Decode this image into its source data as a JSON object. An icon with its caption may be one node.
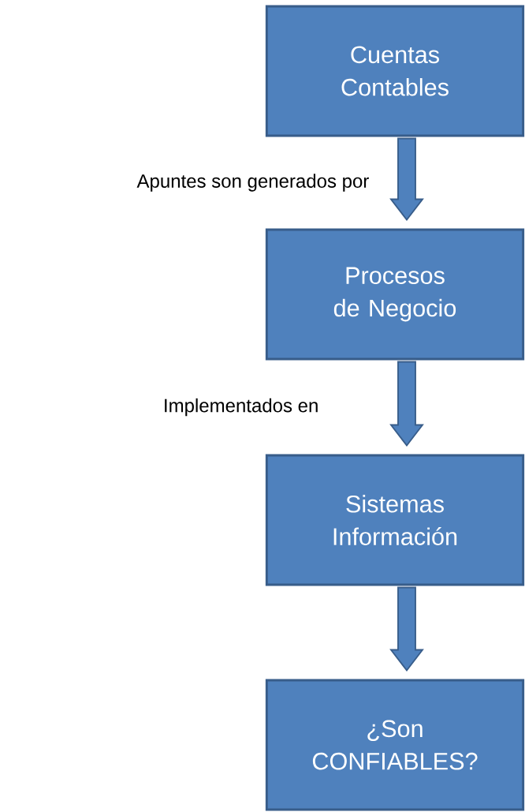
{
  "diagram": {
    "nodes": [
      {
        "text": [
          "Cuentas Contables"
        ]
      },
      {
        "text": [
          "Procesos de Negocio"
        ]
      },
      {
        "text": [
          "Sistemas Información"
        ]
      },
      {
        "text": [
          "¿Son CONFIABLES?"
        ]
      }
    ],
    "edges": [
      {
        "from": 0,
        "to": 1,
        "arrow": "to",
        "label": "Apuntes son generados por"
      },
      {
        "from": 1,
        "to": 2,
        "arrow": "to",
        "label": "Implementados en"
      },
      {
        "from": 2,
        "to": 3,
        "arrow": "to"
      }
    ]
  }
}
